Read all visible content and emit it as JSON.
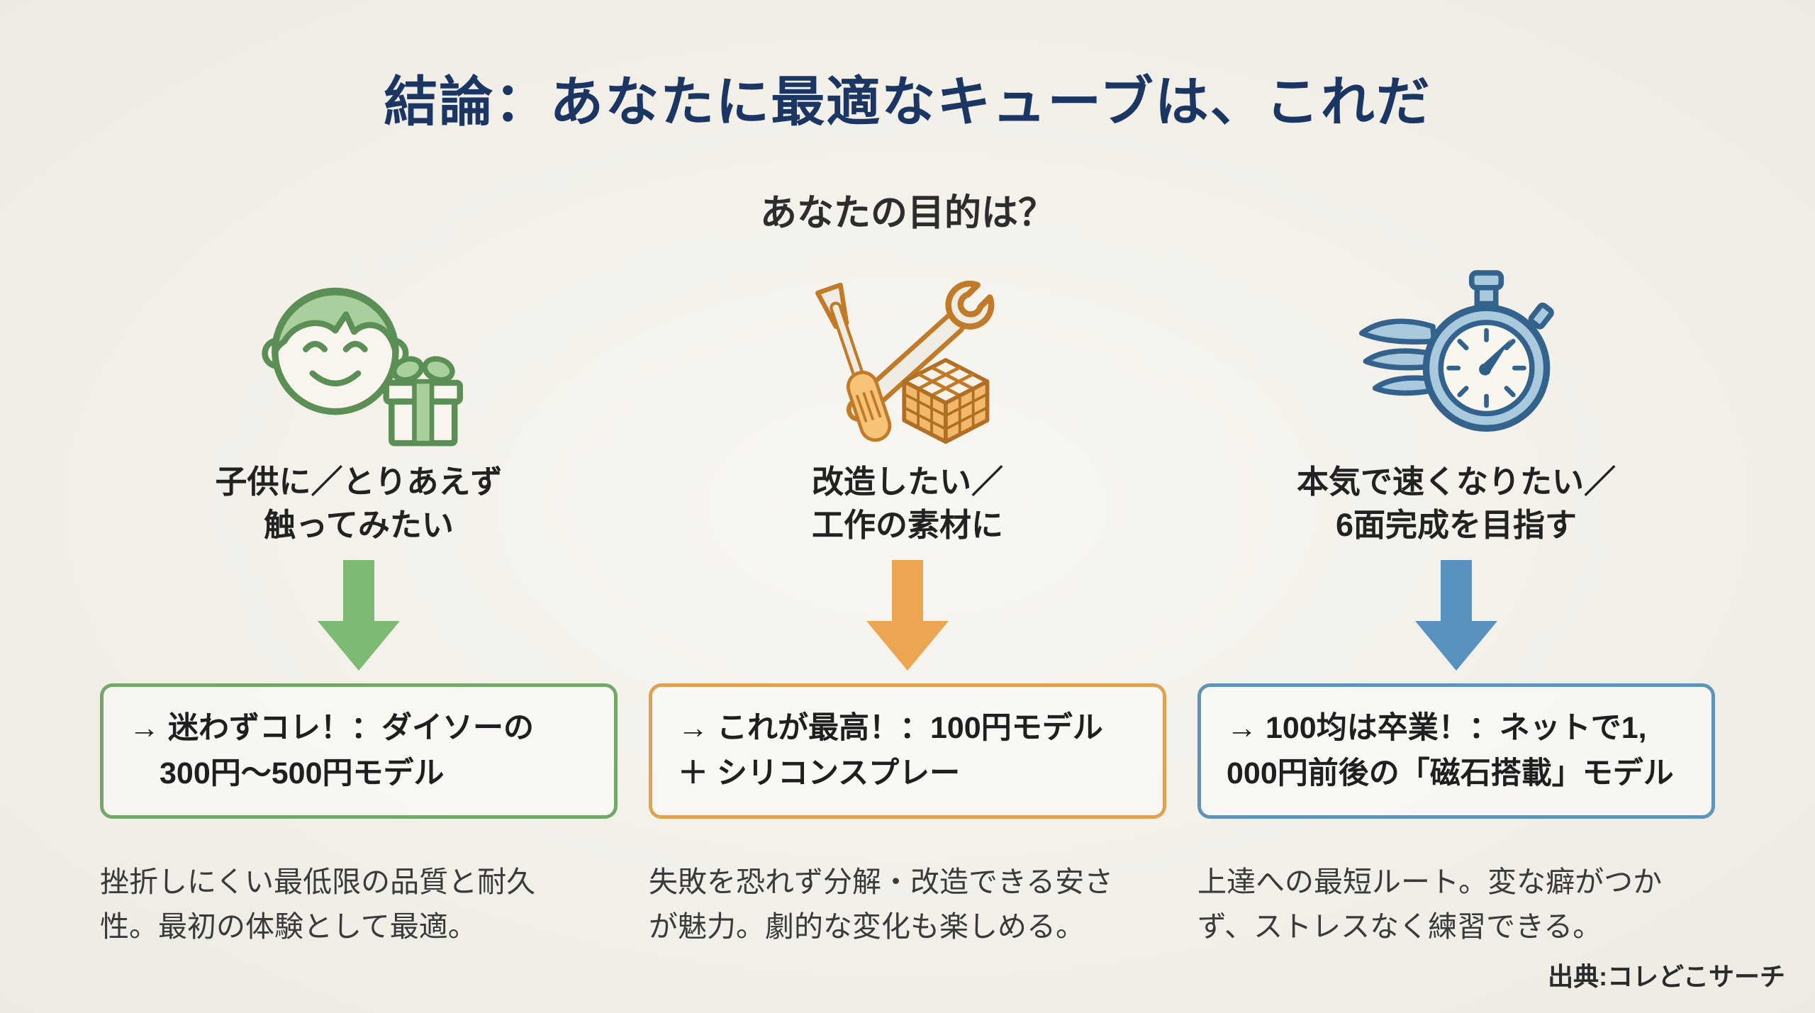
{
  "header": {
    "title": "結論：あなたに最適なキューブは、これだ",
    "subtitle": "あなたの目的は？"
  },
  "footer": {
    "source": "出典:コレどこサーチ"
  },
  "colors": {
    "background": "#f5f2ea",
    "title": "#1c3664",
    "text": "#2d2d2d",
    "green_accent": "#74a86b",
    "orange_accent": "#dfa255",
    "blue_accent": "#5d94b8"
  },
  "columns": [
    {
      "icon": "child-gift-icon",
      "purpose": "子供に／とりあえず\n触ってみたい",
      "recommendation": "→ 迷わずコレ！：ダイソーの\n　300円〜500円モデル",
      "description": "挫折しにくい最低限の品質と耐久\n性。最初の体験として最適。",
      "accent": "#74a86b",
      "arrow_color": "#7dba74"
    },
    {
      "icon": "tools-cube-icon",
      "purpose": "改造したい／\n工作の素材に",
      "recommendation": "→ これが最高！：100円モデル\n＋ シリコンスプレー",
      "description": "失敗を恐れず分解・改造できる安さ\nが魅力。劇的な変化も楽しめる。",
      "accent": "#dfa255",
      "arrow_color": "#eca551"
    },
    {
      "icon": "winged-stopwatch-icon",
      "purpose": "本気で速くなりたい／\n6面完成を目指す",
      "recommendation": "→ 100均は卒業！：ネットで1,\n000円前後の「磁石搭載」モデル",
      "description": "上達への最短ルート。変な癖がつか\nず、ストレスなく練習できる。",
      "accent": "#5d94b8",
      "arrow_color": "#5a92bf"
    }
  ]
}
